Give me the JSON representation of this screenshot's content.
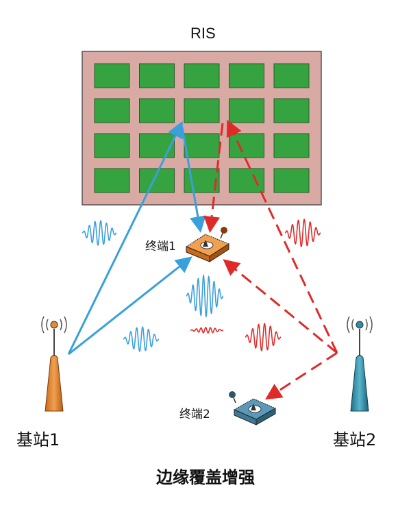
{
  "diagram": {
    "ris_label": "RIS",
    "terminal1_label": "终端1",
    "terminal2_label": "终端2",
    "base_station1_label": "基站1",
    "base_station2_label": "基站2",
    "caption": "边缘覆盖增强",
    "ris_grid": {
      "rows": 4,
      "cols": 5
    },
    "colors": {
      "ris_panel": "#d9aaa4",
      "ris_element": "#35a33f",
      "blue_signal": "#3aa0dc",
      "red_signal": "#e02a2a",
      "base_station1": "#e88a2e",
      "base_station2": "#2e8fa8",
      "terminal1": "#e88a2e",
      "terminal2": "#3e87a8"
    }
  }
}
